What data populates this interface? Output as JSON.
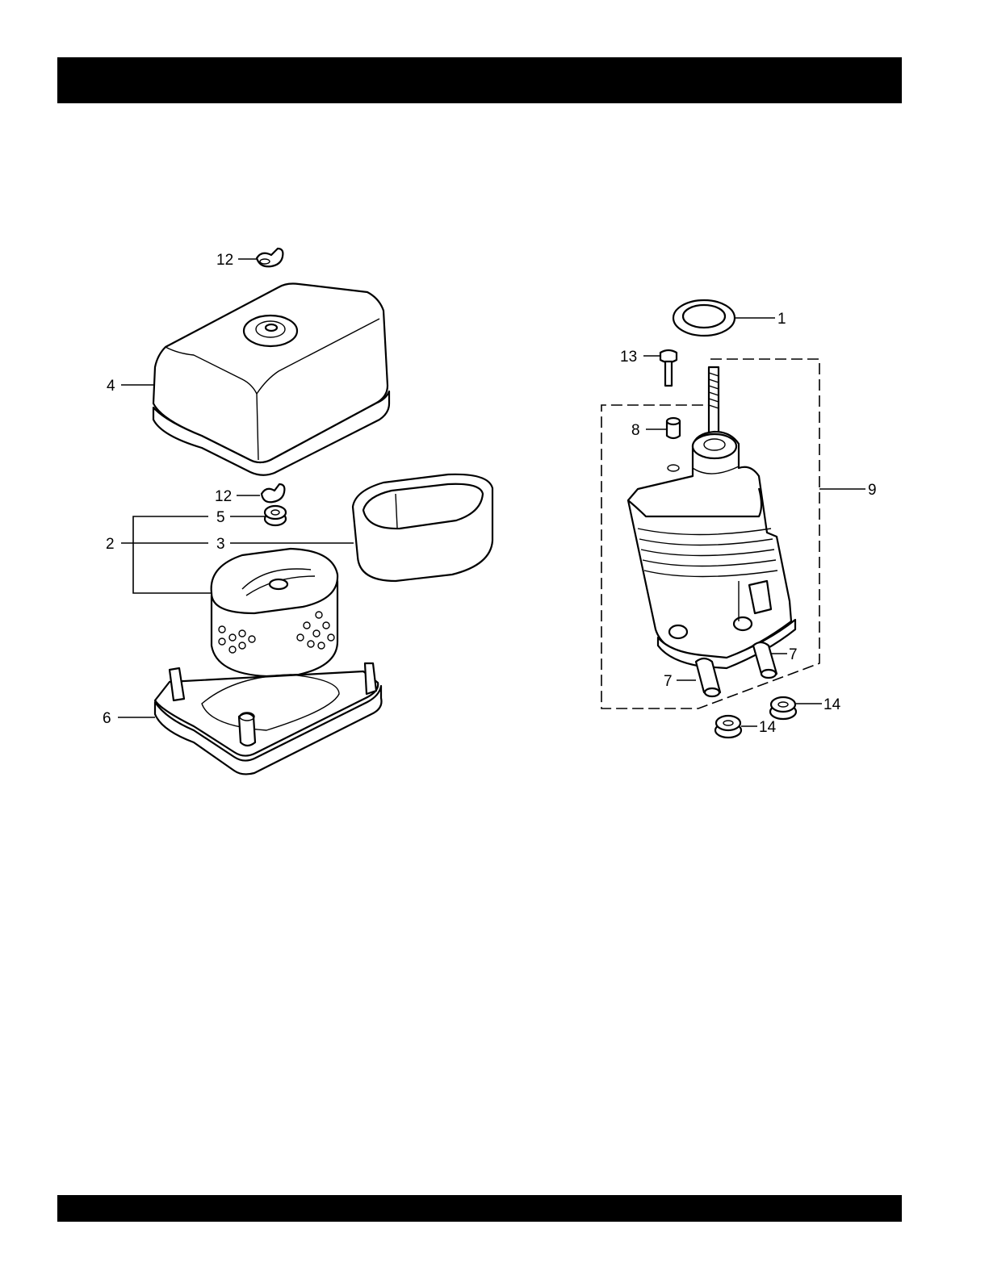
{
  "header_bar": {
    "text": ""
  },
  "footer_bar": {
    "text": ""
  },
  "callouts": {
    "c1": "1",
    "c2": "2",
    "c3": "3",
    "c4": "4",
    "c5": "5",
    "c6": "6",
    "c7a": "7",
    "c7b": "7",
    "c8": "8",
    "c9": "9",
    "c12a": "12",
    "c12b": "12",
    "c13": "13",
    "c14a": "14",
    "c14b": "14"
  }
}
